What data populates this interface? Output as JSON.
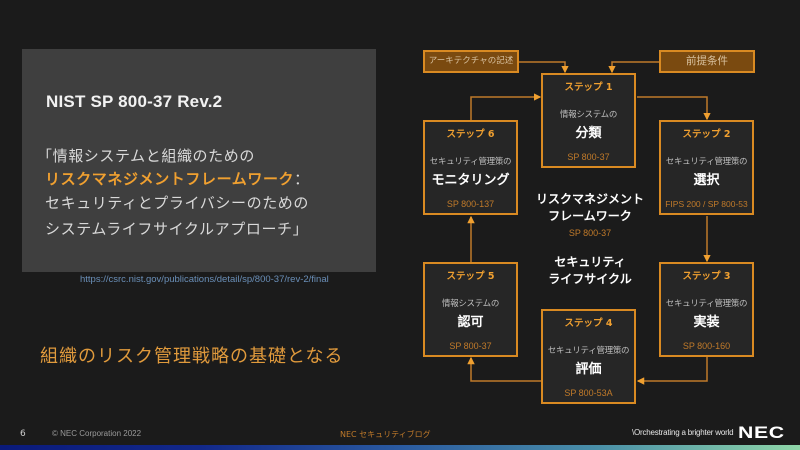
{
  "left_panel": {
    "title": "NIST SP 800-37 Rev.2",
    "quote_line1": "「情報システムと組織のための",
    "quote_line2_highlight": "リスクマネジメントフレームワーク",
    "quote_line2_suffix": "：",
    "quote_line3": "セキュリティとプライバシーのための",
    "quote_line4": "システムライフサイクルアプローチ」",
    "source_url": "https://csrc.nist.gov/publications/detail/sp/800-37/rev-2/final",
    "foundation_text": "組織のリスク管理戦略の基礎となる"
  },
  "diagram": {
    "inputs": {
      "architecture": "アーキテクチャの記述",
      "prerequisites": "前提条件"
    },
    "steps": [
      {
        "label": "ステップ 1",
        "sub": "情報システムの",
        "main": "分類",
        "ref": "SP 800-37"
      },
      {
        "label": "ステップ 2",
        "sub": "セキュリティ管理策の",
        "main": "選択",
        "ref": "FIPS 200 / SP 800-53"
      },
      {
        "label": "ステップ 3",
        "sub": "セキュリティ管理策の",
        "main": "実装",
        "ref": "SP 800-160"
      },
      {
        "label": "ステップ 4",
        "sub": "セキュリティ管理策の",
        "main": "評価",
        "ref": "SP 800-53A"
      },
      {
        "label": "ステップ 5",
        "sub": "情報システムの",
        "main": "認可",
        "ref": "SP 800-37"
      },
      {
        "label": "ステップ 6",
        "sub": "セキュリティ管理策の",
        "main": "モニタリング",
        "ref": "SP 800-137"
      }
    ],
    "center": {
      "rmf_line1": "リスクマネジメント",
      "rmf_line2": "フレームワーク",
      "rmf_ref": "SP 800-37",
      "lifecycle_line1": "セキュリティ",
      "lifecycle_line2": "ライフサイクル"
    },
    "colors": {
      "accent": "#d98a22",
      "step_label": "#f0a030",
      "ref_text": "#c07a2a",
      "input_fill": "#7a4a10"
    }
  },
  "footer": {
    "page_number": "6",
    "copyright": "© NEC Corporation 2022",
    "blog_name": "NEC セキュリティブログ",
    "tagline": "\\Orchestrating a brighter world",
    "logo": "NEC"
  }
}
